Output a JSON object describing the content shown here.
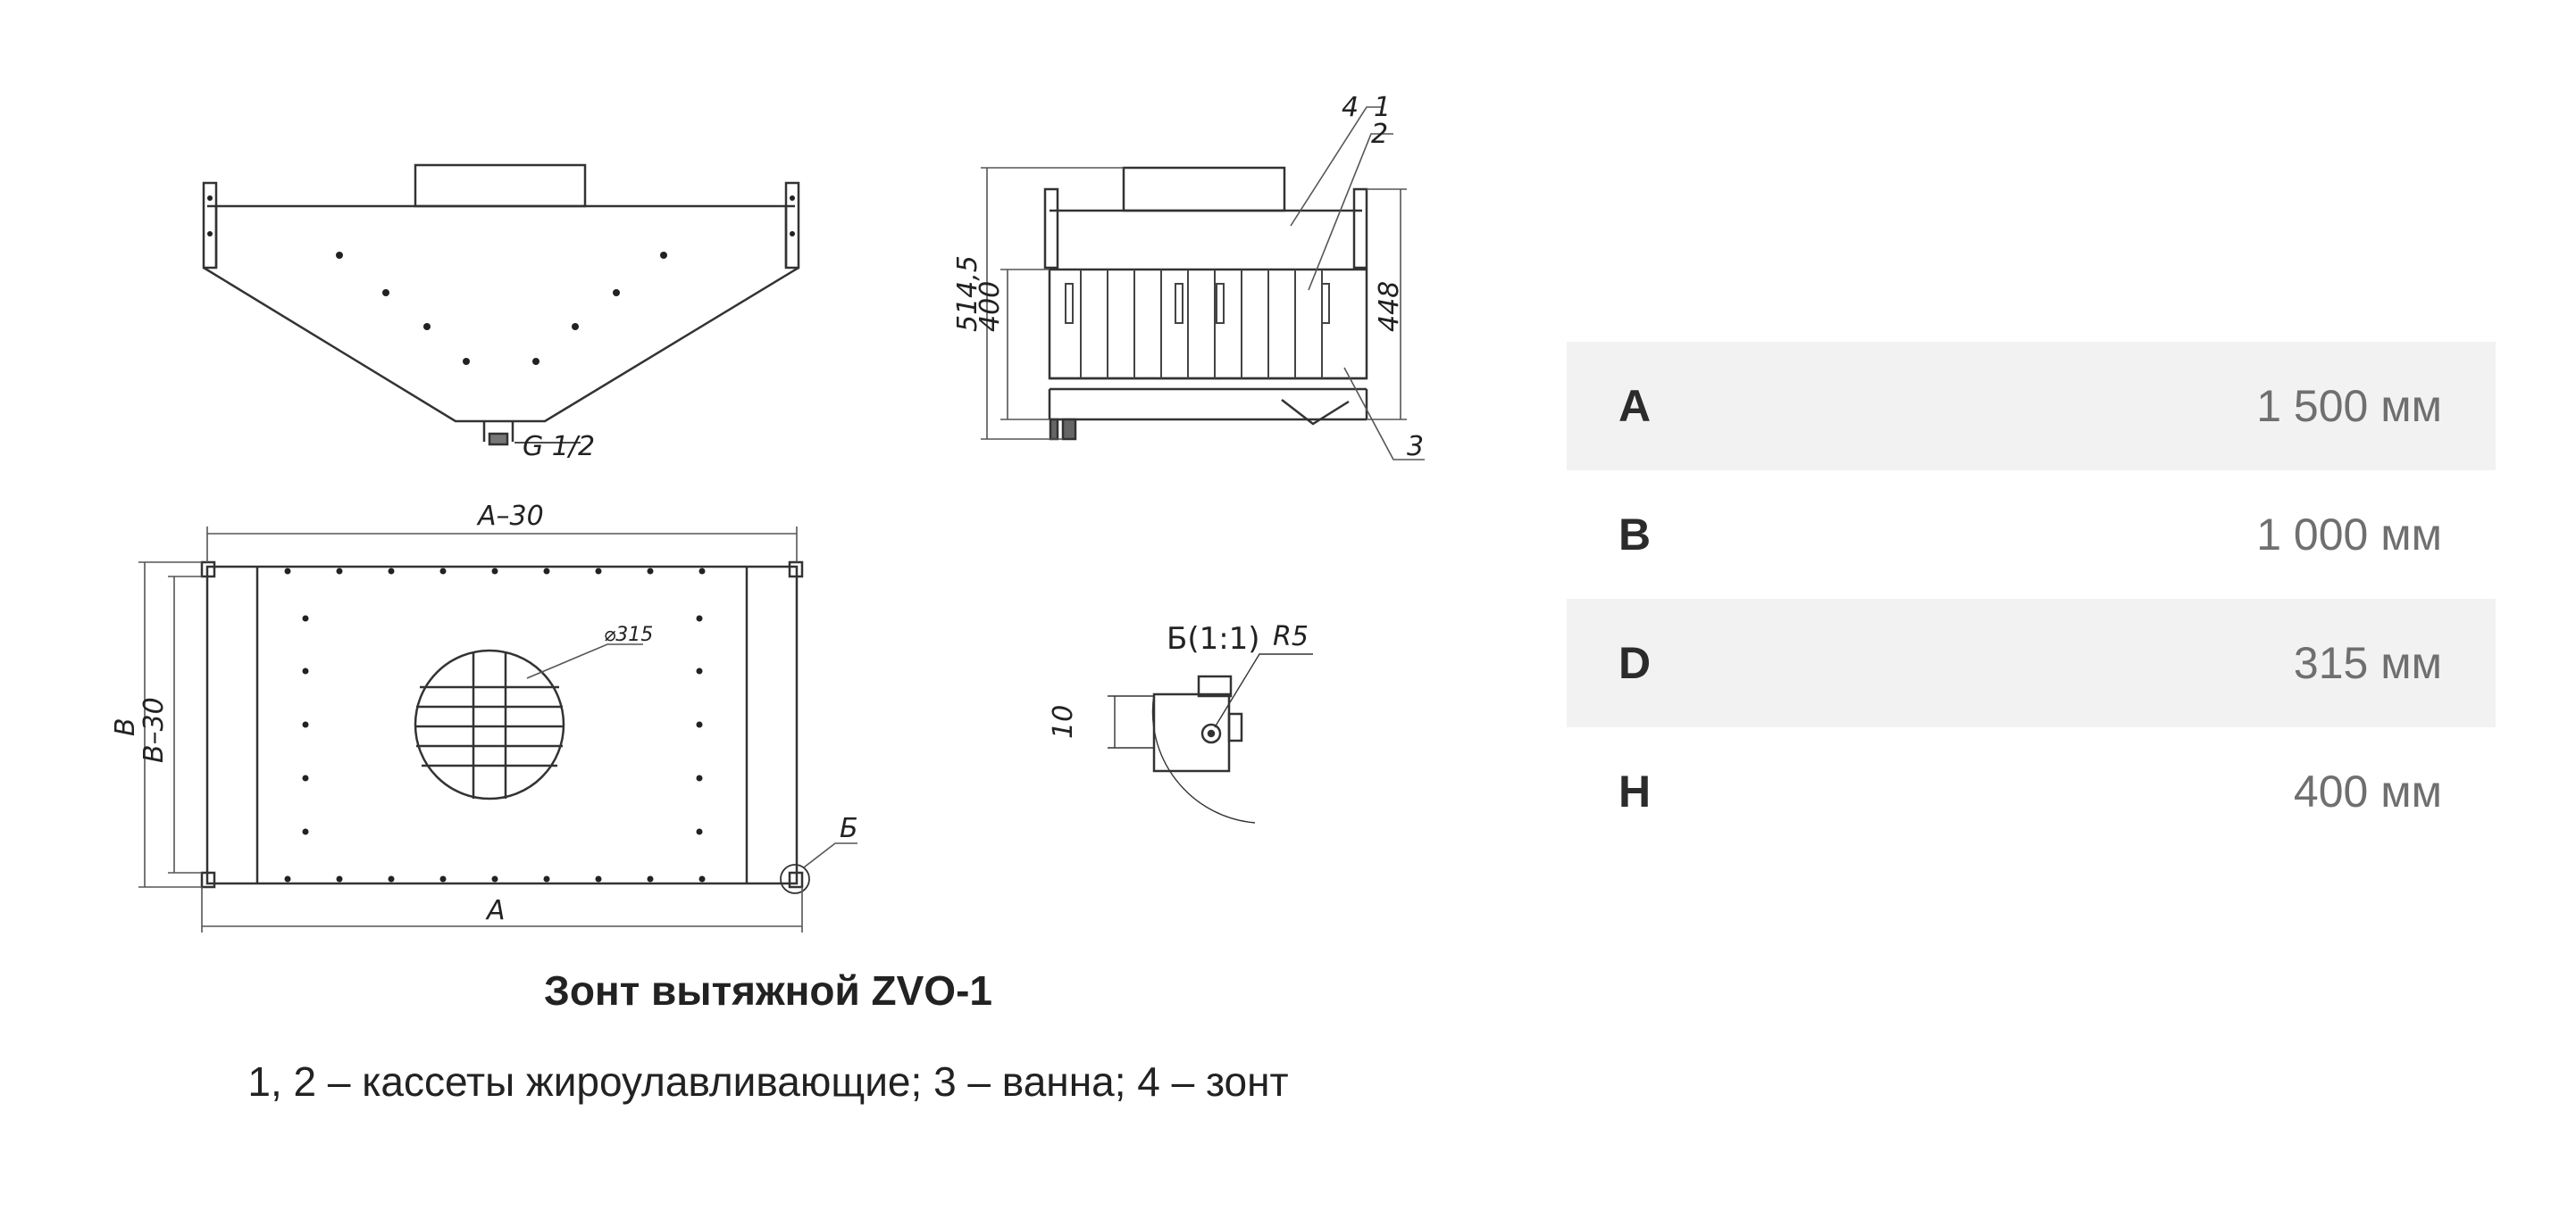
{
  "drawing": {
    "labels": {
      "g12": "G 1/2",
      "a30": "A–30",
      "a": "A",
      "b": "B",
      "b30": "B–30",
      "d315": "⌀315",
      "b_mark": "Б",
      "h5145": "514,5",
      "h400": "400",
      "h448": "448",
      "n1": "1",
      "n2": "2",
      "n3": "3",
      "n4": "4",
      "detail_title": "Б(1:1)",
      "r5": "R5",
      "d10": "10"
    }
  },
  "caption": {
    "title": "Зонт вытяжной ZVO-1",
    "legend": "1, 2 – кассеты жироулавливающие; 3 – ванна; 4 – зонт"
  },
  "specs": [
    {
      "key": "A",
      "value": "1 500 мм"
    },
    {
      "key": "B",
      "value": "1 000 мм"
    },
    {
      "key": "D",
      "value": "315 мм"
    },
    {
      "key": "H",
      "value": "400 мм"
    }
  ]
}
